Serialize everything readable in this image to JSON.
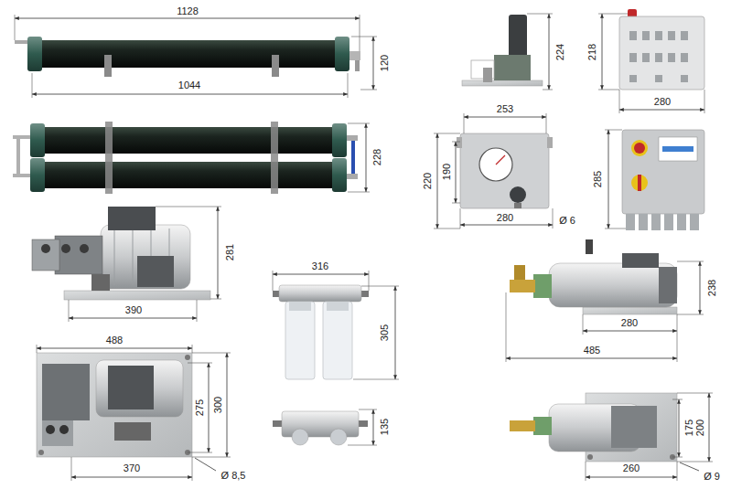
{
  "diagram": {
    "labels": [
      "1128",
      "120",
      "1044",
      "224",
      "218",
      "280",
      "228",
      "253",
      "220",
      "190",
      "280",
      "Ø 6",
      "285",
      "281",
      "390",
      "316",
      "305",
      "238",
      "280",
      "485",
      "488",
      "275",
      "300",
      "135",
      "370",
      "Ø 8,5",
      "175",
      "200",
      "260",
      "Ø 9"
    ]
  }
}
